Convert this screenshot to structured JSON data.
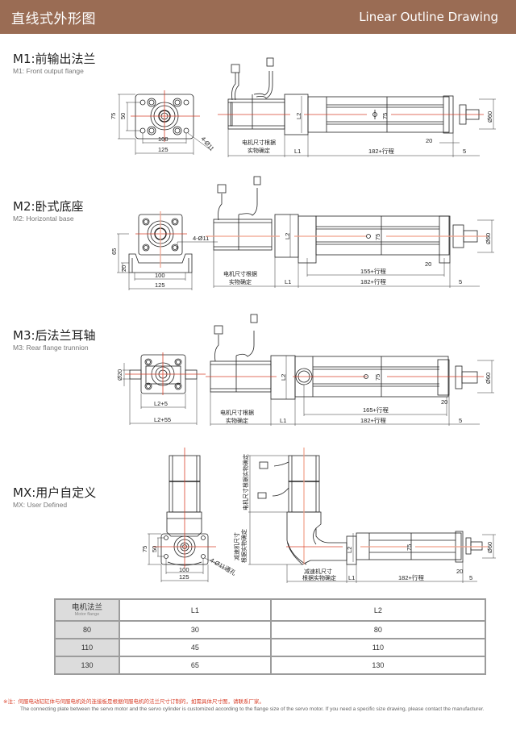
{
  "header": {
    "title_cn": "直线式外形图",
    "title_en": "Linear Outline Drawing",
    "bg_color": "#9a6c54"
  },
  "sections": [
    {
      "id": "M1",
      "title": "M1:前输出法兰",
      "subtitle": "M1: Front output flange",
      "front_view": {
        "dim_height": "75",
        "dim_inner_height": "50",
        "dim_inner_width": "100",
        "dim_width": "125",
        "hole_callout": "4-Ø11"
      },
      "side_view": {
        "motor_note_1": "电机尺寸根据",
        "motor_note_2": "实物确定",
        "dim_l1": "L1",
        "dim_l2": "L2",
        "dim_body": "182+行程",
        "dim_tube": "75",
        "dim_rod_dia": "Ø60",
        "dim_end": "20",
        "dim_tip": "5"
      }
    },
    {
      "id": "M2",
      "title": "M2:卧式底座",
      "subtitle": "M2: Horizontal base",
      "front_view": {
        "dim_height": "65",
        "dim_base_height": "20",
        "dim_inner_width": "100",
        "dim_width": "125",
        "hole_callout": "4-Ø11"
      },
      "side_view": {
        "motor_note_1": "电机尺寸根据",
        "motor_note_2": "实物确定",
        "dim_l1": "L1",
        "dim_l2": "L2",
        "dim_mount": "155+行程",
        "dim_body": "182+行程",
        "dim_tube": "75",
        "dim_rod_dia": "Ø60",
        "dim_end": "20",
        "dim_tip": "5"
      }
    },
    {
      "id": "M3",
      "title": "M3:后法兰耳轴",
      "subtitle": "M3: Rear flange trunnion",
      "front_view": {
        "dim_pin": "Ø20",
        "dim_inner_width": "L2+5",
        "dim_width": "L2+55"
      },
      "side_view": {
        "motor_note_1": "电机尺寸根据",
        "motor_note_2": "实物确定",
        "dim_l1": "L1",
        "dim_l2": "L2",
        "dim_mount": "165+行程",
        "dim_body": "182+行程",
        "dim_tube": "75",
        "dim_rod_dia": "Ø60",
        "dim_end": "20",
        "dim_tip": "5"
      }
    },
    {
      "id": "MX",
      "title": "MX:用户自定义",
      "subtitle": "MX: User Defined",
      "front_view": {
        "dim_height": "75",
        "dim_inner_height": "50",
        "dim_inner_width": "100",
        "dim_width": "125",
        "hole_callout": "4-Ø11通孔"
      },
      "side_view": {
        "motor_note_vertical": "电机尺寸根据实物确定",
        "reducer_note_v1": "减速机尺寸",
        "reducer_note_v2": "根据实物确定",
        "reducer_note_1": "减速机尺寸",
        "reducer_note_2": "根据实物确定",
        "dim_l1": "L1",
        "dim_l2": "L2",
        "dim_body": "182+行程",
        "dim_tube": "75",
        "dim_rod_dia": "Ø60",
        "dim_end": "20",
        "dim_tip": "5"
      }
    }
  ],
  "table": {
    "header_cn": "电机法兰",
    "header_en": "Motor flange",
    "columns": [
      "L1",
      "L2"
    ],
    "rows": [
      {
        "flange": "80",
        "l1": "30",
        "l2": "80"
      },
      {
        "flange": "110",
        "l1": "45",
        "l2": "110"
      },
      {
        "flange": "130",
        "l1": "65",
        "l2": "130"
      }
    ]
  },
  "note": {
    "cn": "※注：伺服电动缸缸体与伺服电机处的连接板是根据伺服电机的法兰尺寸订制的，如需具体尺寸图，请联系厂家。",
    "en": "The connecting plate between the servo motor and the servo cylinder is customized according to the flange size of the servo motor. If you need a specific size drawing, please contact the manufacturer.",
    "accent_color": "#d9412b"
  }
}
